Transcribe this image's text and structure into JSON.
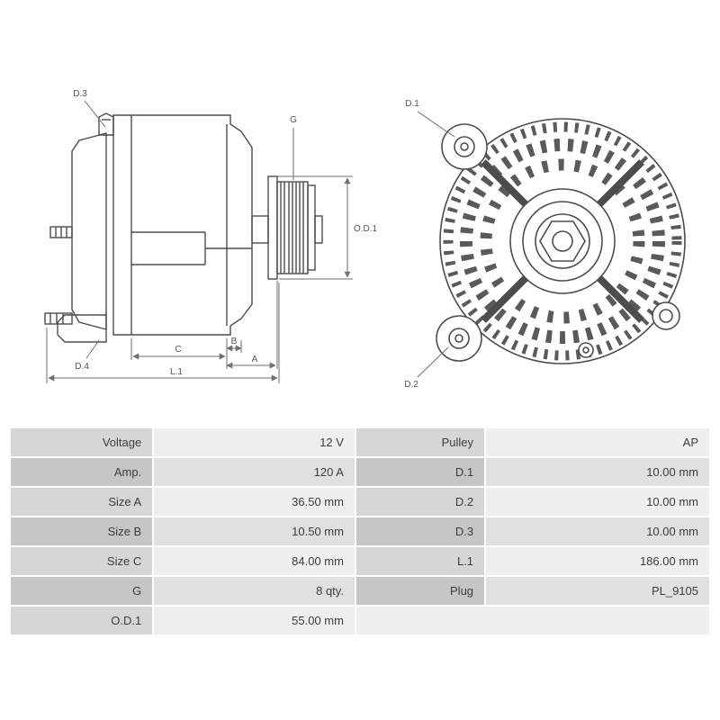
{
  "diagram": {
    "side_view_labels": {
      "d3": "D.3",
      "d4": "D.4",
      "g": "G",
      "od1": "O.D.1",
      "c": "C",
      "b": "B",
      "a": "A",
      "l1": "L.1"
    },
    "front_view_labels": {
      "d1": "D.1",
      "d2": "D.2"
    }
  },
  "table": {
    "rows": [
      {
        "l_label": "Voltage",
        "l_value": "12 V",
        "r_label": "Pulley",
        "r_value": "AP"
      },
      {
        "l_label": "Amp.",
        "l_value": "120 A",
        "r_label": "D.1",
        "r_value": "10.00 mm"
      },
      {
        "l_label": "Size A",
        "l_value": "36.50 mm",
        "r_label": "D.2",
        "r_value": "10.00 mm"
      },
      {
        "l_label": "Size B",
        "l_value": "10.50 mm",
        "r_label": "D.3",
        "r_value": "10.00 mm"
      },
      {
        "l_label": "Size C",
        "l_value": "84.00 mm",
        "r_label": "L.1",
        "r_value": "186.00 mm"
      },
      {
        "l_label": "G",
        "l_value": "8 qty.",
        "r_label": "Plug",
        "r_value": "PL_9105"
      },
      {
        "l_label": "O.D.1",
        "l_value": "55.00 mm",
        "r_label": "",
        "r_value": ""
      }
    ]
  },
  "colors": {
    "drawing_line": "#4d4d4d",
    "dimension_line": "#707070",
    "label_cell_odd": "#d6d6d6",
    "label_cell_even": "#c6c6c6",
    "value_cell_odd": "#efefef",
    "value_cell_even": "#e0e0e0",
    "background": "#ffffff",
    "text": "#3c3c3c"
  }
}
